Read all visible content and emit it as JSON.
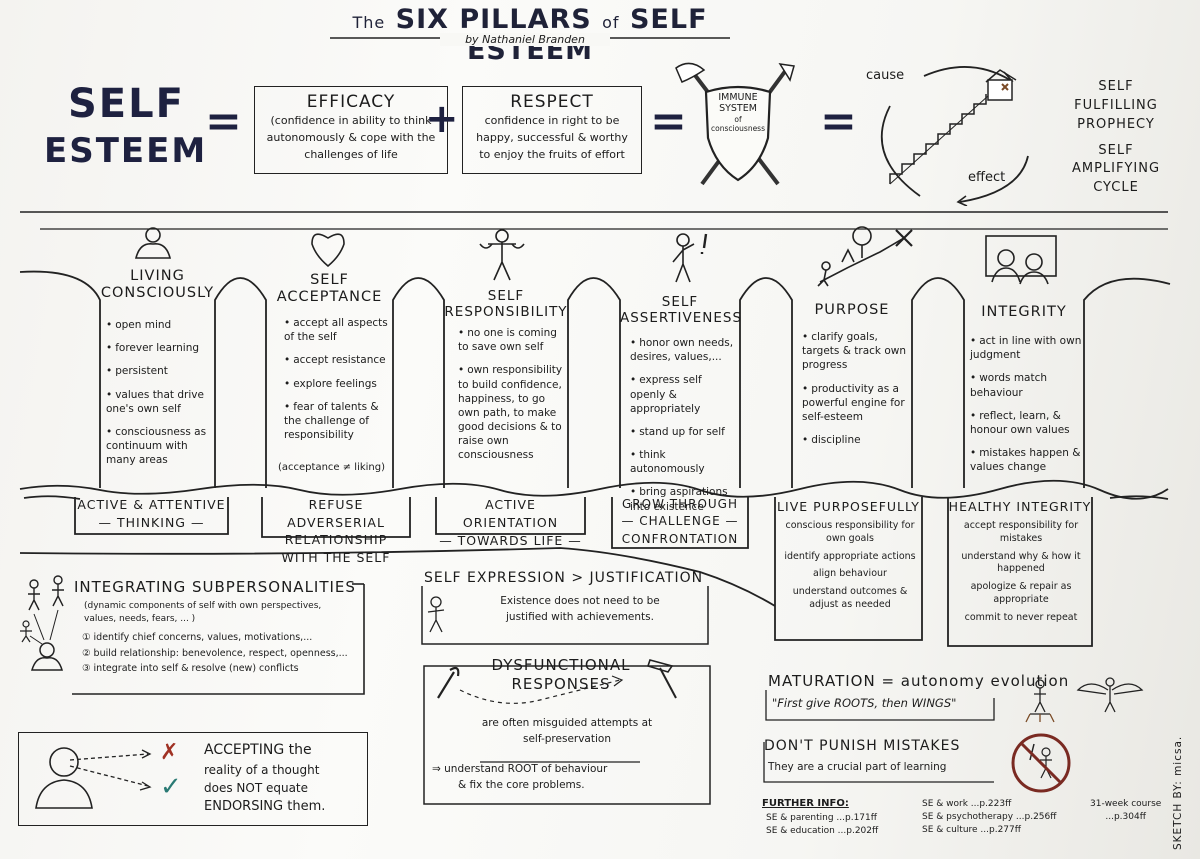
{
  "header": {
    "title_pre": "The",
    "title_main": "SIX PILLARS",
    "title_of": "of",
    "title_end": "SELF ESTEEM",
    "author": "by Nathaniel Branden"
  },
  "equation": {
    "left_line1": "SELF",
    "left_line2": "ESTEEM",
    "efficacy_title": "EFFICACY",
    "efficacy_body": "(confidence in ability to think autonomously & cope with the challenges of life",
    "respect_title": "RESPECT",
    "respect_body": "confidence in right to be happy, successful & worthy to enjoy the fruits of effort",
    "shield_line1": "IMMUNE",
    "shield_line2": "SYSTEM",
    "shield_line3": "of",
    "shield_line4": "consciousness",
    "cause": "cause",
    "effect": "effect",
    "right_line1": "SELF",
    "right_line2": "FULFILLING",
    "right_line3": "PROPHECY",
    "right_line4": "SELF",
    "right_line5": "AMPLIFYING",
    "right_line6": "CYCLE"
  },
  "pillars": [
    {
      "title1": "LIVING",
      "title2": "CONSCIOUSLY",
      "items": [
        "open mind",
        "forever learning",
        "persistent",
        "values that drive one's own self",
        "consciousness as continuum with many areas"
      ],
      "base1": "ACTIVE & ATTENTIVE",
      "base2": "— THINKING —",
      "base3": ""
    },
    {
      "title1": "SELF",
      "title2": "ACCEPTANCE",
      "items": [
        "accept all aspects of the self",
        "accept resistance",
        "explore feelings",
        "fear of talents & the challenge of responsibility"
      ],
      "note": "(acceptance ≠ liking)",
      "base1": "REFUSE ADVERSERIAL",
      "base2": "RELATIONSHIP",
      "base3": "WITH THE SELF"
    },
    {
      "title1": "SELF",
      "title2": "RESPONSIBILITY",
      "items": [
        "no one is coming to save own self",
        "own responsibility to build confidence, happiness, to go own path, to make good decisions & to raise own consciousness"
      ],
      "base1": "ACTIVE ORIENTATION",
      "base2": "— TOWARDS LIFE —",
      "base3": ""
    },
    {
      "title1": "SELF",
      "title2": "ASSERTIVENESS",
      "items": [
        "honor own needs, desires, values,...",
        "express self openly & appropriately",
        "stand up for self",
        "think autonomously",
        "bring aspirations into existence"
      ],
      "base1": "GROW THROUGH",
      "base2": "— CHALLENGE —",
      "base3": "CONFRONTATION"
    },
    {
      "title1": "PURPOSE",
      "title2": "",
      "items": [
        "clarify goals, targets & track own progress",
        "productivity as a powerful engine for self-esteem",
        "discipline"
      ],
      "base1": "LIVE PURPOSEFULLY",
      "base2": "",
      "base3": ""
    },
    {
      "title1": "INTEGRITY",
      "title2": "",
      "items": [
        "act in line with own judgment",
        "words match behaviour",
        "reflect, learn, & honour own values",
        "mistakes happen & values change"
      ],
      "base1": "HEALTHY INTEGRITY",
      "base2": "",
      "base3": ""
    }
  ],
  "purpose_details": [
    "conscious responsibility for own goals",
    "identify appropriate actions",
    "align behaviour",
    "understand outcomes & adjust as needed"
  ],
  "integrity_details": [
    "accept responsibility for mistakes",
    "understand why & how it happened",
    "apologize & repair as appropriate",
    "commit to never repeat"
  ],
  "subpersonalities": {
    "title": "INTEGRATING SUBPERSONALITIES",
    "subtitle": "(dynamic components of self with own perspectives, values, needs, fears, ... )",
    "steps": [
      "① identify chief concerns, values, motivations,...",
      "② build relationship: benevolence, respect, openness,...",
      "③ integrate into self & resolve (new) conflicts"
    ]
  },
  "accepting": {
    "line1": "ACCEPTING the",
    "line2": "reality of a thought",
    "line3": "does NOT equate",
    "line4": "ENDORSING them."
  },
  "self_expression": {
    "title": "SELF EXPRESSION > JUSTIFICATION",
    "line1": "Existence does not need to be",
    "line2": "justified with achievements."
  },
  "dysfunctional": {
    "title1": "DYSFUNCTIONAL",
    "title2": "RESPONSES",
    "line1": "are often misguided attempts at",
    "line2": "self-preservation",
    "line3": "⇒ understand ROOT of behaviour",
    "line4": "& fix the core problems."
  },
  "maturation": {
    "title": "MATURATION = autonomy evolution",
    "quote": "\"First give ROOTS, then WINGS\""
  },
  "punish": {
    "title": "DON'T PUNISH MISTAKES",
    "body": "They are a crucial part of learning"
  },
  "further": {
    "title": "FURTHER INFO:",
    "col1": [
      "SE & parenting ...p.171ff",
      "SE & education ...p.202ff"
    ],
    "col2": [
      "SE & work ...p.223ff",
      "SE & psychotherapy ...p.256ff",
      "SE & culture ...p.277ff"
    ],
    "col3": [
      "31-week course",
      "...p.304ff"
    ]
  },
  "credit": "SKETCH BY: micsa."
}
